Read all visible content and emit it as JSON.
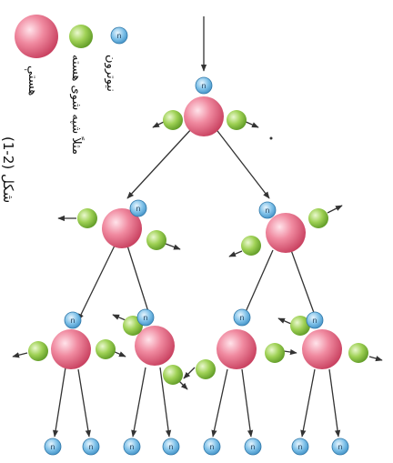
{
  "legend": {
    "neutron_label": "نیوترون",
    "fission_product_label": "مثلاً شپه شوی هسته",
    "nucleus_label": "هستې",
    "neutron_symbol": "n"
  },
  "caption": "شکل (2-1)",
  "colors": {
    "nucleus": "#e8607c",
    "fission_product": "#8cc63f",
    "neutron": "#6fb4df",
    "arrow": "#333333"
  }
}
